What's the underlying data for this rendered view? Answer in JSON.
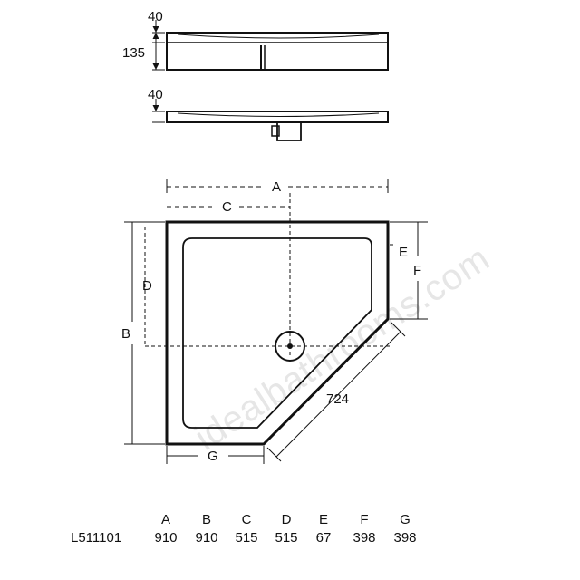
{
  "drawing": {
    "side_view_1": {
      "top_dim": "40",
      "height_dim": "135"
    },
    "side_view_2": {
      "top_dim": "40"
    },
    "plan_view": {
      "labels": {
        "a": "A",
        "b": "B",
        "c": "C",
        "d": "D",
        "e": "E",
        "f": "F",
        "g": "G"
      },
      "diagonal_dim": "724"
    },
    "watermark": "idealbathrooms.com"
  },
  "spec_table": {
    "model": "L511101",
    "headers": [
      "A",
      "B",
      "C",
      "D",
      "E",
      "F",
      "G"
    ],
    "values": [
      "910",
      "910",
      "515",
      "515",
      "67",
      "398",
      "398"
    ]
  }
}
